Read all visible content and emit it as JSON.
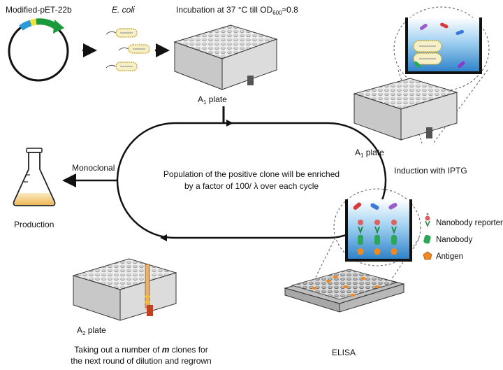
{
  "labels": {
    "plasmid": "Modified-pET-22b",
    "ecoli": "E. coli",
    "incubation_pre": "Incubation at 37 °C till OD",
    "incubation_sub": "600",
    "incubation_post": "≈0.8",
    "a1_plate_main": "A",
    "a1_plate_sub": "1",
    "a1_plate_suffix": " plate",
    "induction": "Induction with IPTG",
    "monoclonal": "Monoclonal",
    "production": "Production",
    "cycle_line1": "Population of the positive clone will be enriched",
    "cycle_line2": "by a factor of 100/ λ  over each cycle",
    "a2_plate_main": "A",
    "a2_plate_sub": "2",
    "a2_plate_suffix": " plate",
    "taking_line1_pre": "Taking out a number of ",
    "taking_line1_em": "m",
    "taking_line1_post": " clones for",
    "taking_line2": "the next round of dilution and regrown",
    "elisa": "ELISA",
    "legend_reporter": "Nanobody reporter",
    "legend_nanobody": "Nanobody",
    "legend_antigen": "Antigen"
  },
  "colors": {
    "plasmid_green": "#1a9a3a",
    "plasmid_blue": "#2a9ad8",
    "plasmid_yellow": "#f2e23a",
    "bacteria_fill": "#f5f0c8",
    "bacteria_edge": "#c8a020",
    "plate_top": "#f2f2f2",
    "plate_side": "#c8c8c8",
    "antigen": "#f08a20",
    "flask_liquid": "#f0c26a"
  }
}
